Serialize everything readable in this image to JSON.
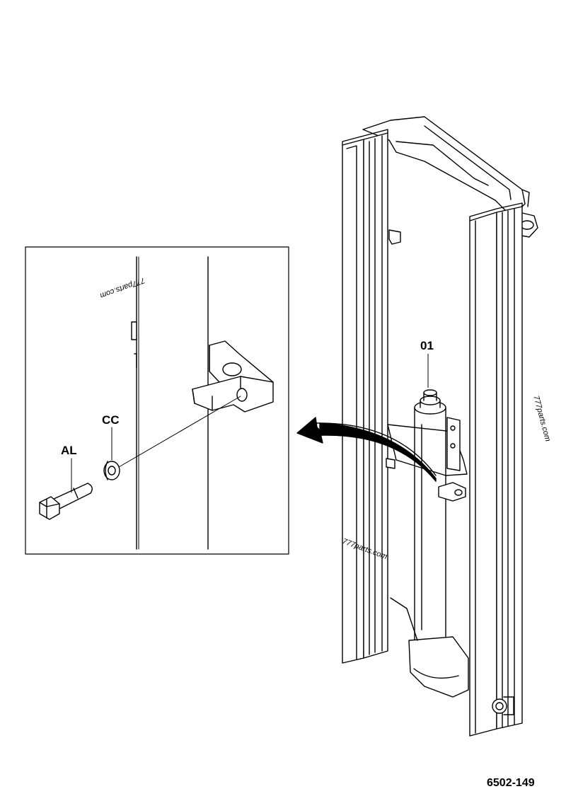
{
  "labels": {
    "part_01": "01",
    "part_cc": "CC",
    "part_al": "AL"
  },
  "watermark": "777parts.com",
  "figure_number": "6502-149"
}
